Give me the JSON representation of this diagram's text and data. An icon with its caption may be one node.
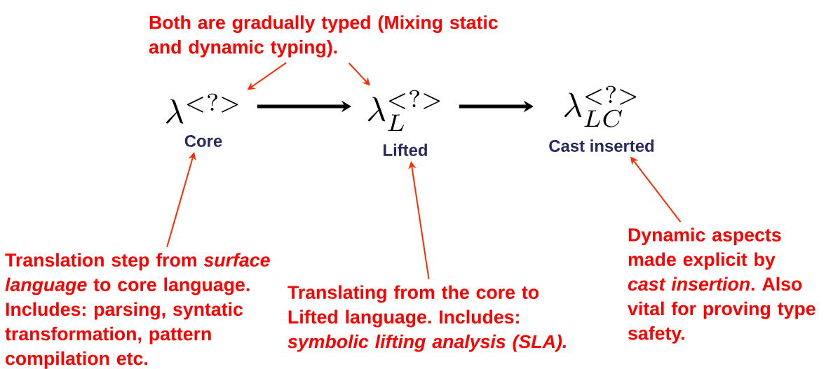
{
  "diagram": {
    "nodes": [
      {
        "text": [
          "\\lambda^{<?>}",
          "Core"
        ]
      },
      {
        "text": [
          "\\lambda_{L}^{<?>}",
          "Lifted"
        ]
      },
      {
        "text": [
          "\\lambda_{LC}^{<?>}",
          "Cast inserted"
        ]
      },
      {
        "text": [
          "Both are gradually typed (Mixing static and dynamic typing)."
        ]
      },
      {
        "text": [
          "Translation step from *surface language* to core language. Includes: parsing, syntatic transformation, pattern compilation etc."
        ]
      },
      {
        "text": [
          "Translating from the core to Lifted language. Includes: *symbolic lifting analysis (SLA).*"
        ]
      },
      {
        "text": [
          "Dynamic aspects made explicit by *cast insertion*. Also vital for proving type safety."
        ]
      }
    ],
    "edges": [
      {
        "from": 0,
        "to": 1,
        "arrow": "to",
        "style": "thick",
        "color": "#000000"
      },
      {
        "from": 1,
        "to": 2,
        "arrow": "to",
        "style": "thick",
        "color": "#000000"
      },
      {
        "from": 3,
        "to": 0,
        "arrow": "to"
      },
      {
        "from": 3,
        "to": 1,
        "arrow": "to"
      },
      {
        "from": 4,
        "to": 0,
        "arrow": "to"
      },
      {
        "from": 5,
        "to": 1,
        "arrow": "to"
      },
      {
        "from": 6,
        "to": 2,
        "arrow": "to"
      }
    ]
  }
}
